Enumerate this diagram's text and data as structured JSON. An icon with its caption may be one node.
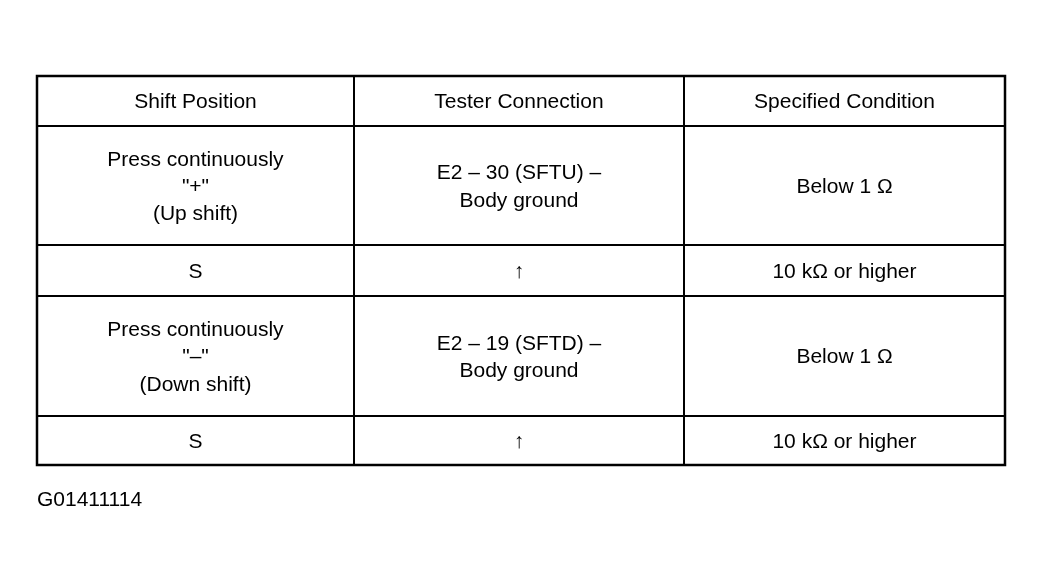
{
  "diagram": {
    "labels": [
      "Shift Position",
      "Tester Connection",
      "Specified Condition",
      "Press continuously \"+\" (Up shift)",
      "E2 – 30 (SFTU) – Body ground",
      "Below 1 Ω",
      "S",
      "↑",
      "10 kΩ or higher",
      "Press continuously \"–\" (Down shift)",
      "E2 – 19 (SFTD) – Body ground",
      "Below 1 Ω",
      "S",
      "↑",
      "10 kΩ or higher",
      "G01411114"
    ]
  }
}
